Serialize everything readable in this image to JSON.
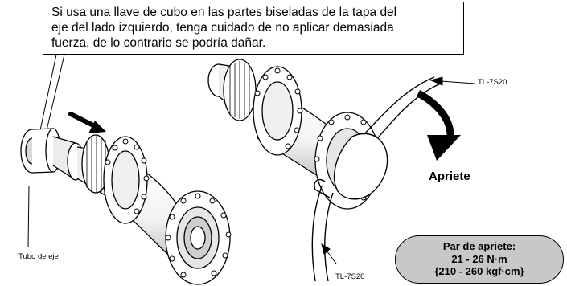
{
  "callout": {
    "lines": [
      "Si usa una llave de cubo en las partes biseladas de la tapa del",
      "eje del lado izquierdo, tenga cuidado de no aplicar demasiada",
      "fuerza, de lo contrario se podría dañar."
    ]
  },
  "labels": {
    "tool_top": "TL-7S20",
    "tool_bottom": "TL-7S20",
    "tightening": "Apriete",
    "axle_tube": "Tubo de eje"
  },
  "torque": {
    "title": "Par de apriete:",
    "value_nm": "21 - 26 N·m",
    "value_kgf": "{210 - 260 kgf·cm}"
  },
  "colors": {
    "outline": "#000000",
    "torque_fill": "#c8c8c8"
  }
}
